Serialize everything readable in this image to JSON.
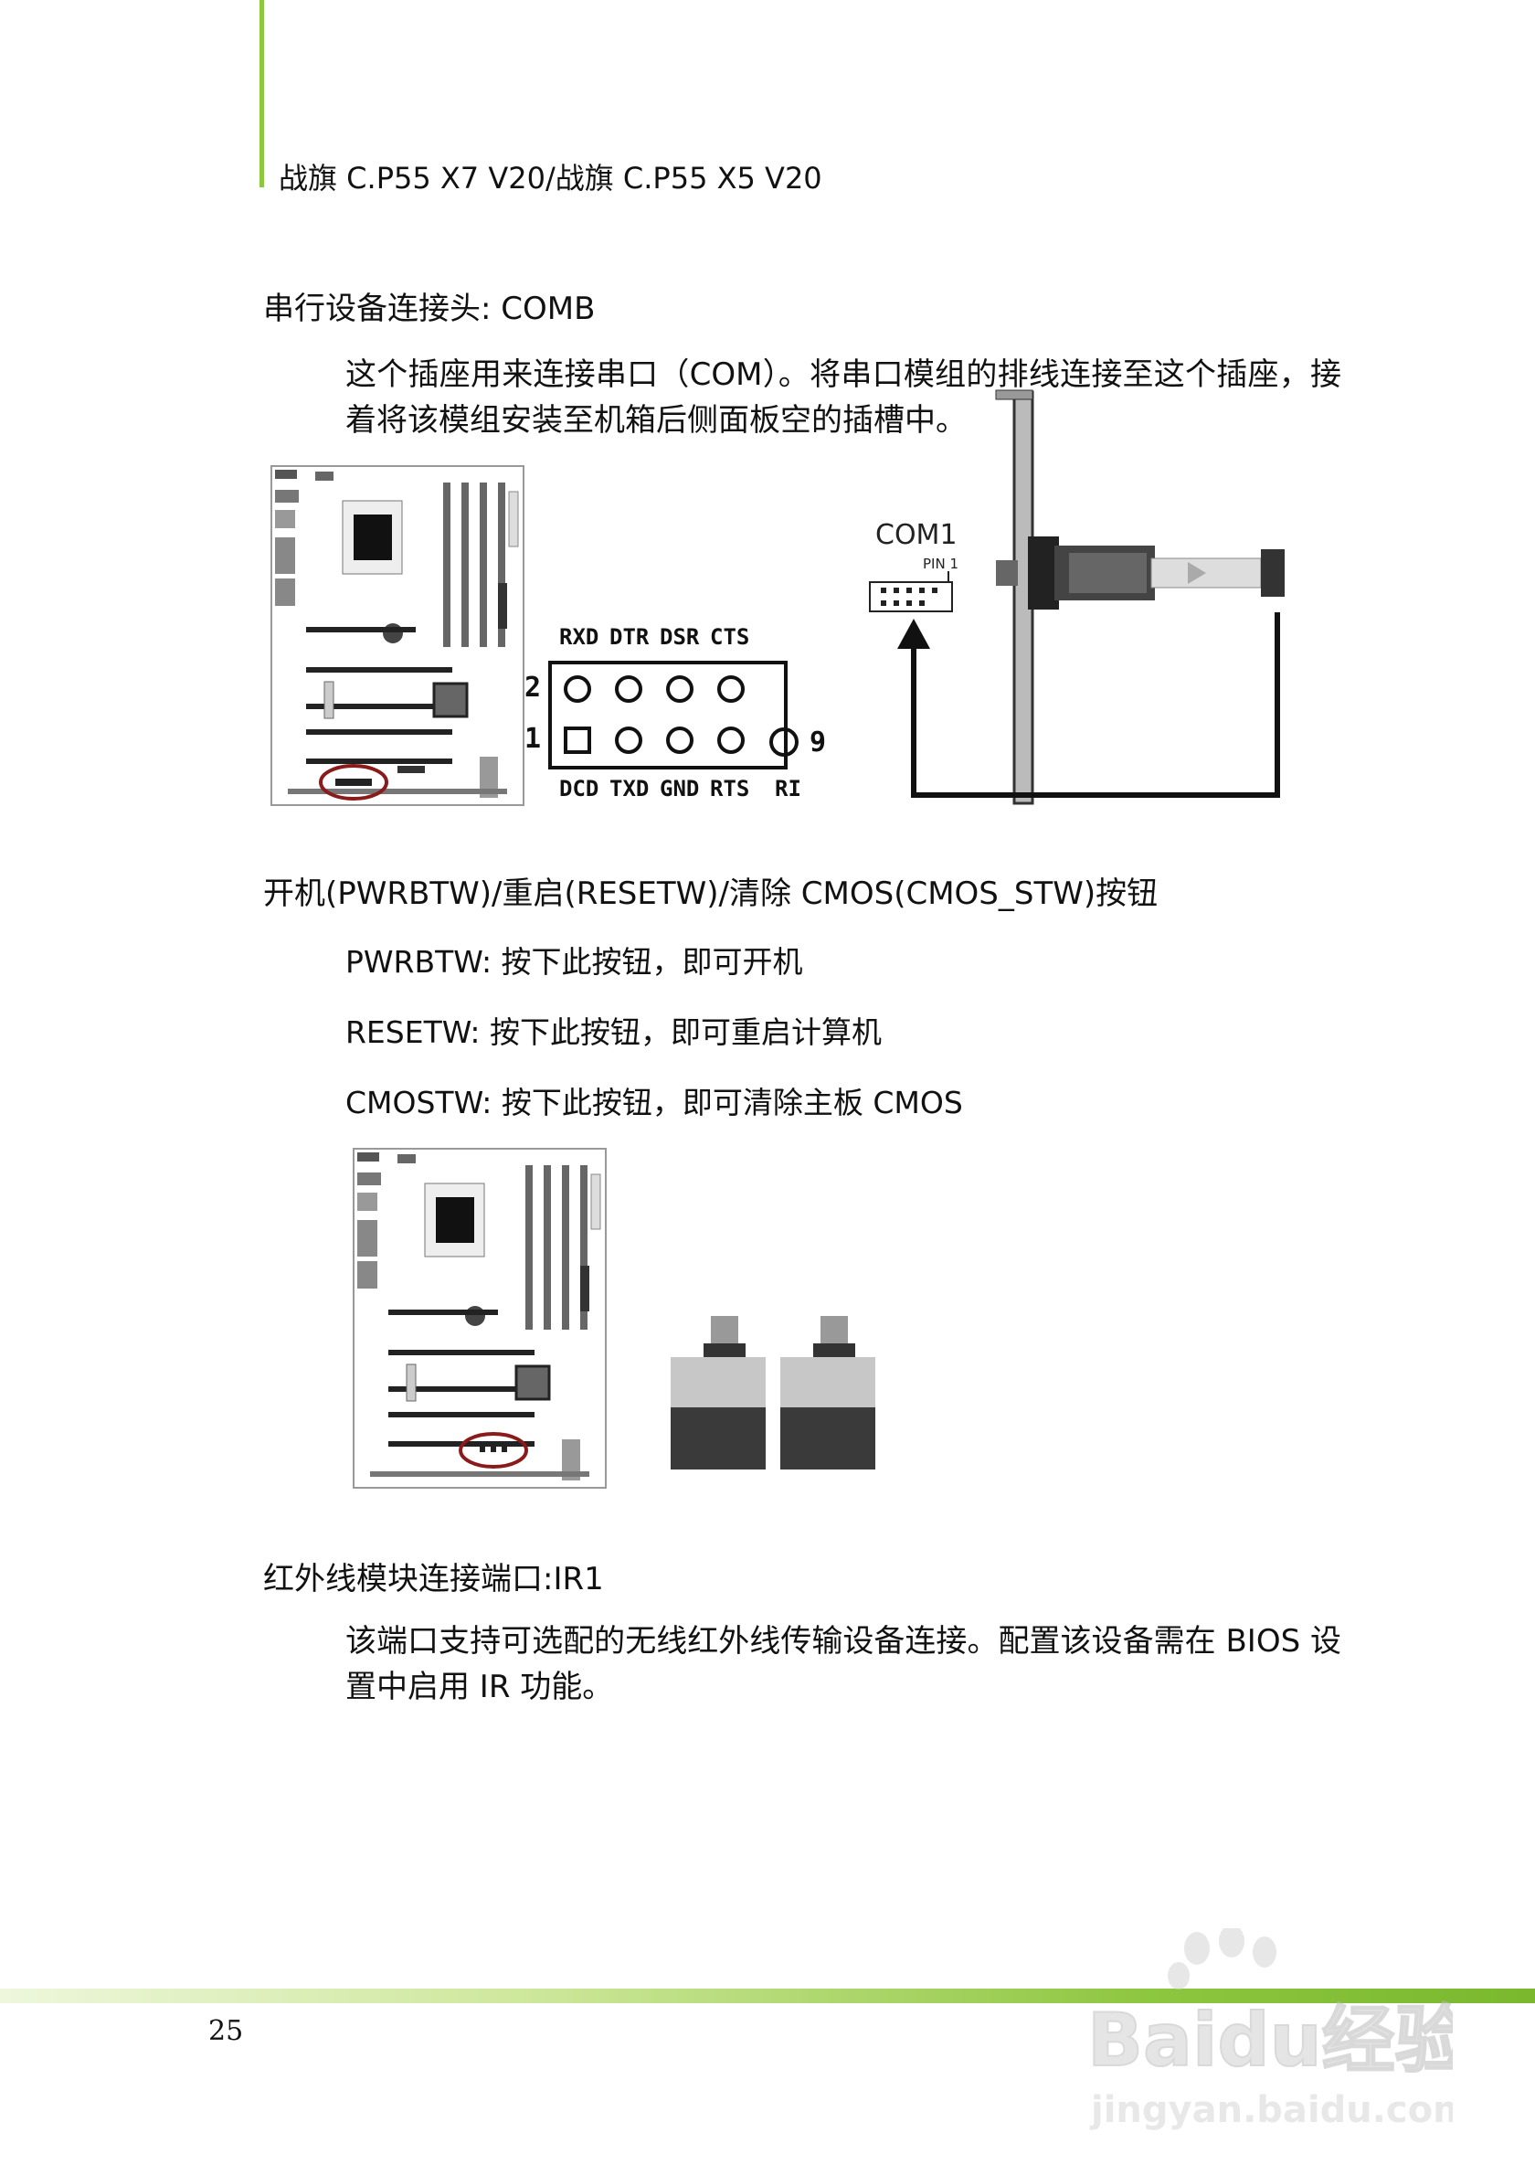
{
  "header": {
    "title": "战旗 C.P55 X7 V20/战旗 C.P55 X5 V20"
  },
  "sections": {
    "com": {
      "heading": "串行设备连接头: COMB",
      "para_line1": "这个插座用来连接串口（COM）。将串口模组的排线连接至这个插座，接",
      "para_line2": "着将该模组安装至机箱后侧面板空的插槽中。",
      "diagram": {
        "top_labels": [
          "RXD",
          "DTR",
          "DSR",
          "CTS"
        ],
        "bottom_labels": [
          "DCD",
          "TXD",
          "GND",
          "RTS",
          "RI"
        ],
        "pin2": "2",
        "pin1": "1",
        "pin9": "9",
        "com1_label": "COM1",
        "pin1_label": "PIN 1"
      }
    },
    "buttons": {
      "heading": "开机(PWRBTW)/重启(RESETW)/清除 CMOS(CMOS_STW)按钮",
      "items": [
        "PWRBTW:  按下此按钮，即可开机",
        "RESETW:  按下此按钮，即可重启计算机",
        "CMOSTW:  按下此按钮，即可清除主板 CMOS"
      ]
    },
    "ir": {
      "heading": "红外线模块连接端口:IR1",
      "para_line1": "该端口支持可选配的无线红外线传输设备连接。配置该设备需在 BIOS 设",
      "para_line2": "置中启用 IR 功能。"
    }
  },
  "footer": {
    "page_number": "25",
    "watermark_brand": "Baidu经验",
    "watermark_url": "jingyan.baidu.com"
  }
}
